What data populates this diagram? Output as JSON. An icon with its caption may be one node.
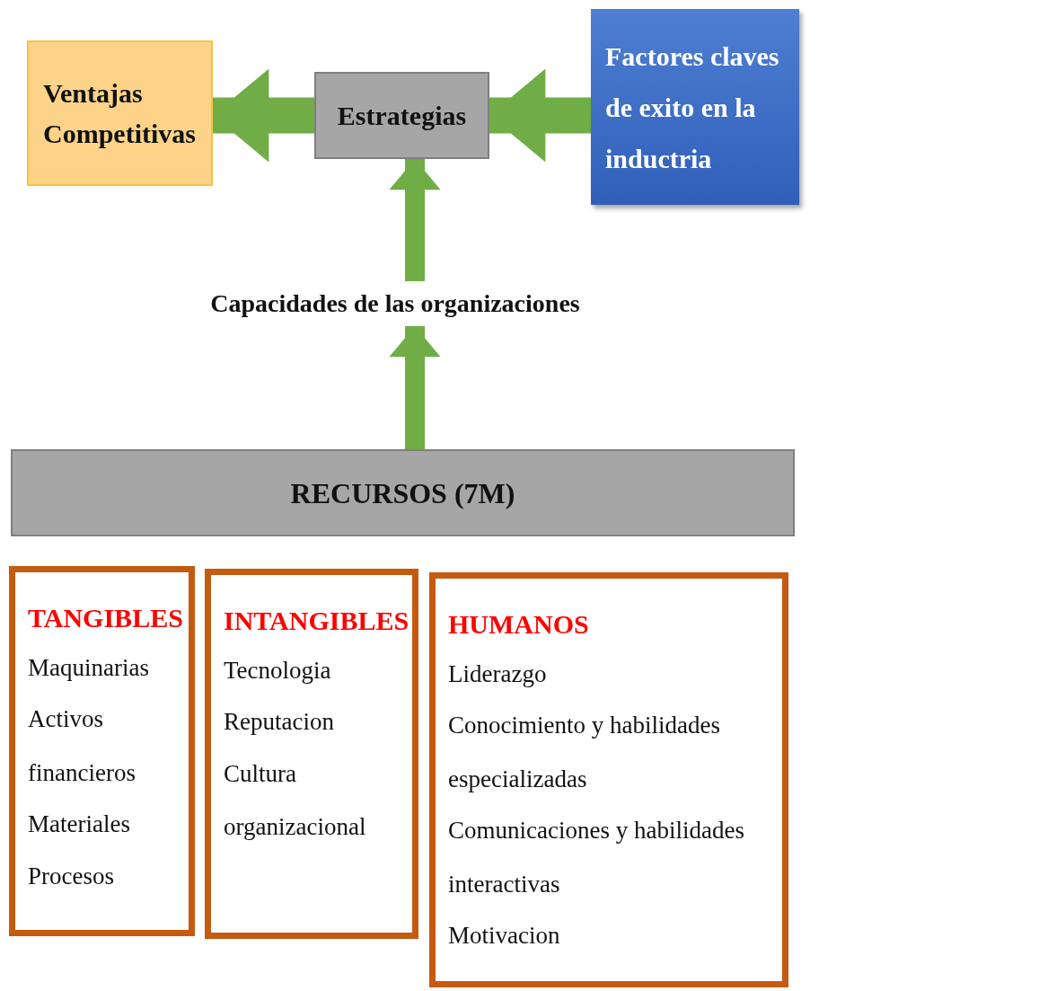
{
  "diagram": {
    "nodes": [
      {
        "text": [
          "Ventajas Competitivas"
        ]
      },
      {
        "text": [
          "Estrategias"
        ]
      },
      {
        "text": [
          "Factores claves de exito en la inductria"
        ]
      },
      {
        "text": [
          "Capacidades de las organizaciones"
        ]
      },
      {
        "text": [
          "RECURSOS (7M)"
        ]
      },
      {
        "text": [
          "TANGIBLES",
          "Maquinarias",
          "Activos financieros",
          "Materiales",
          "Procesos"
        ]
      },
      {
        "text": [
          "INTANGIBLES",
          "Tecnologia",
          "Reputacion",
          "Cultura organizacional"
        ]
      },
      {
        "text": [
          "HUMANOS",
          "Liderazgo",
          "Conocimiento y habilidades especializadas",
          "Comunicaciones y habilidades interactivas",
          "Motivacion"
        ]
      }
    ],
    "edges": [
      {
        "from": 1,
        "to": 0,
        "arrow": "to",
        "style": "thick"
      },
      {
        "from": 2,
        "to": 1,
        "arrow": "to",
        "style": "thick"
      },
      {
        "from": 3,
        "to": 1,
        "arrow": "to"
      },
      {
        "from": 4,
        "to": 3,
        "arrow": "to"
      }
    ]
  }
}
